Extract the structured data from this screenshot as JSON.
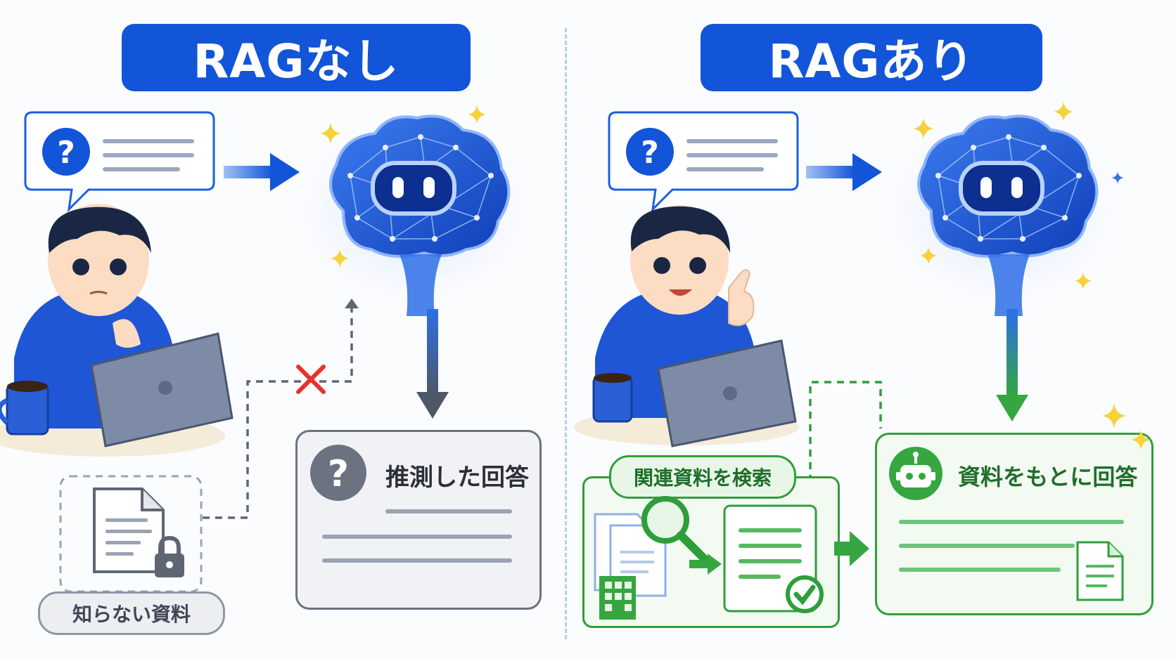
{
  "left": {
    "title": "RAGなし",
    "unknown_docs_label": "知らない資料",
    "answer_label": "推測した回答"
  },
  "right": {
    "title": "RAGあり",
    "search_label": "関連資料を検索",
    "answer_label": "資料をもとに回答"
  },
  "colors": {
    "blue": "#1255d8",
    "gray": "#5f6673",
    "green": "#2f9e3a",
    "cross_red": "#e5322b"
  },
  "icons": [
    "question-icon",
    "brain-ai-icon",
    "document-icon",
    "lock-icon",
    "cross-icon",
    "magnifier-icon",
    "building-icon",
    "check-icon",
    "robot-icon",
    "sparkle-icon"
  ]
}
